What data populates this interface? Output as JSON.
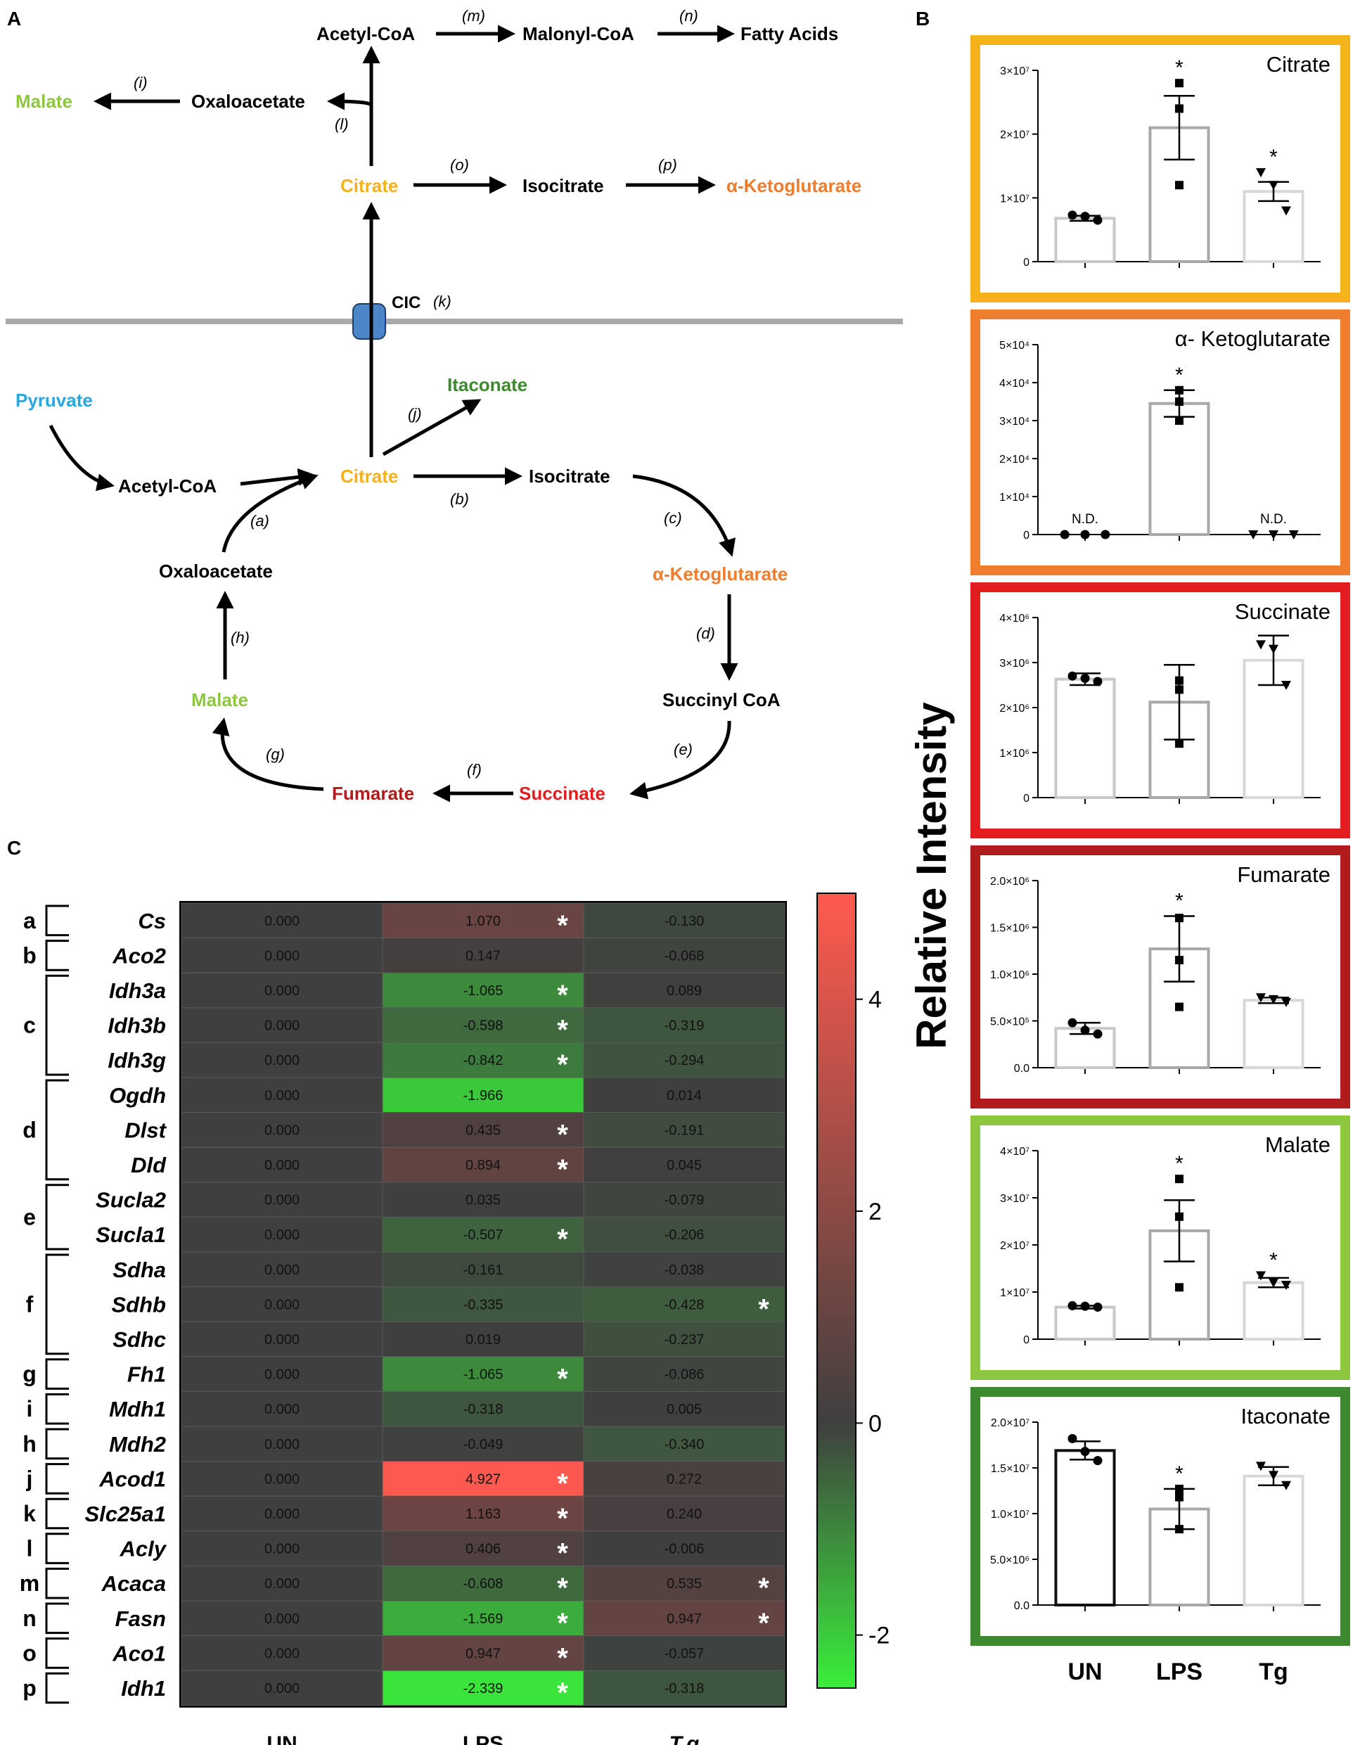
{
  "panel_letters": {
    "a": "A",
    "b": "B",
    "c": "C"
  },
  "pathway": {
    "metabolites": {
      "acetyl_coa_top": "Acetyl-CoA",
      "malonyl_coa": "Malonyl-CoA",
      "fatty_acids": "Fatty Acids",
      "malate_cyto": "Malate",
      "oxaloacetate_cyto": "Oxaloacetate",
      "citrate_cyto": "Citrate",
      "isocitrate_cyto": "Isocitrate",
      "akg_cyto": "α-Ketoglutarate",
      "cic": "CIC",
      "pyruvate": "Pyruvate",
      "itaconate": "Itaconate",
      "acetyl_coa_mito": "Acetyl-CoA",
      "citrate_mito": "Citrate",
      "isocitrate_mito": "Isocitrate",
      "akg_mito": "α-Ketoglutarate",
      "succinyl_coa": "Succinyl CoA",
      "succinate": "Succinate",
      "fumarate": "Fumarate",
      "malate_mito": "Malate",
      "oxaloacetate_mito": "Oxaloacetate"
    },
    "steps": {
      "a": "(a)",
      "b": "(b)",
      "c": "(c)",
      "d": "(d)",
      "e": "(e)",
      "f": "(f)",
      "g": "(g)",
      "h": "(h)",
      "i": "(i)",
      "j": "(j)",
      "k": "(k)",
      "l": "(l)",
      "m": "(m)",
      "n": "(n)",
      "o": "(o)",
      "p": "(p)"
    },
    "colors": {
      "citrate": "#f5b21b",
      "akg": "#ef7d2d",
      "succinate": "#e31d1d",
      "fumarate": "#b01c1c",
      "malate": "#8dc63f",
      "itaconate": "#3d8a2e",
      "pyruvate": "#29a8e0",
      "cic": "#4a86c8"
    }
  },
  "heatmap": {
    "columns": [
      "UN",
      "LPS",
      "T.g"
    ],
    "genes": [
      "Cs",
      "Aco2",
      "Idh3a",
      "Idh3b",
      "Idh3g",
      "Ogdh",
      "Dlst",
      "Dld",
      "Sucla2",
      "Sucla1",
      "Sdha",
      "Sdhb",
      "Sdhc",
      "Fh1",
      "Mdh1",
      "Mdh2",
      "Acod1",
      "Slc25a1",
      "Acly",
      "Acaca",
      "Fasn",
      "Aco1",
      "Idh1"
    ],
    "values": [
      [
        0.0,
        1.07,
        -0.13
      ],
      [
        0.0,
        0.147,
        -0.068
      ],
      [
        0.0,
        -1.065,
        0.089
      ],
      [
        0.0,
        -0.598,
        -0.319
      ],
      [
        0.0,
        -0.842,
        -0.294
      ],
      [
        0.0,
        -1.966,
        0.014
      ],
      [
        0.0,
        0.435,
        -0.191
      ],
      [
        0.0,
        0.894,
        0.045
      ],
      [
        0.0,
        0.035,
        -0.079
      ],
      [
        0.0,
        -0.507,
        -0.206
      ],
      [
        0.0,
        -0.161,
        -0.038
      ],
      [
        0.0,
        -0.335,
        -0.428
      ],
      [
        0.0,
        0.019,
        -0.237
      ],
      [
        0.0,
        -1.065,
        -0.086
      ],
      [
        0.0,
        -0.318,
        0.005
      ],
      [
        0.0,
        -0.049,
        -0.34
      ],
      [
        0.0,
        4.927,
        0.272
      ],
      [
        0.0,
        1.163,
        0.24
      ],
      [
        0.0,
        0.406,
        -0.006
      ],
      [
        0.0,
        -0.608,
        0.535
      ],
      [
        0.0,
        -1.569,
        0.947
      ],
      [
        0.0,
        0.947,
        -0.057
      ],
      [
        0.0,
        -2.339,
        -0.318
      ]
    ],
    "significant": [
      [
        false,
        true,
        false
      ],
      [
        false,
        false,
        false
      ],
      [
        false,
        true,
        false
      ],
      [
        false,
        true,
        false
      ],
      [
        false,
        true,
        false
      ],
      [
        false,
        false,
        false
      ],
      [
        false,
        true,
        false
      ],
      [
        false,
        true,
        false
      ],
      [
        false,
        false,
        false
      ],
      [
        false,
        true,
        false
      ],
      [
        false,
        false,
        false
      ],
      [
        false,
        false,
        true
      ],
      [
        false,
        false,
        false
      ],
      [
        false,
        true,
        false
      ],
      [
        false,
        false,
        false
      ],
      [
        false,
        false,
        false
      ],
      [
        false,
        true,
        false
      ],
      [
        false,
        true,
        false
      ],
      [
        false,
        true,
        false
      ],
      [
        false,
        true,
        true
      ],
      [
        false,
        true,
        true
      ],
      [
        false,
        true,
        false
      ],
      [
        false,
        true,
        false
      ]
    ],
    "star": "*",
    "groups": [
      {
        "letter": "a",
        "from": 0,
        "to": 0
      },
      {
        "letter": "b",
        "from": 1,
        "to": 1
      },
      {
        "letter": "c",
        "from": 2,
        "to": 4
      },
      {
        "letter": "d",
        "from": 5,
        "to": 7
      },
      {
        "letter": "e",
        "from": 8,
        "to": 9
      },
      {
        "letter": "f",
        "from": 10,
        "to": 12
      },
      {
        "letter": "g",
        "from": 13,
        "to": 13
      },
      {
        "letter": "i",
        "from": 14,
        "to": 14
      },
      {
        "letter": "h",
        "from": 15,
        "to": 15
      },
      {
        "letter": "j",
        "from": 16,
        "to": 16
      },
      {
        "letter": "k",
        "from": 17,
        "to": 17
      },
      {
        "letter": "l",
        "from": 18,
        "to": 18
      },
      {
        "letter": "m",
        "from": 19,
        "to": 19
      },
      {
        "letter": "n",
        "from": 20,
        "to": 20
      },
      {
        "letter": "o",
        "from": 21,
        "to": 21
      },
      {
        "letter": "p",
        "from": 22,
        "to": 22
      }
    ],
    "colorbar": {
      "min": -2.5,
      "max": 5,
      "ticks": [
        "4",
        "2",
        "0",
        "-2"
      ],
      "tick_values": [
        4,
        2,
        0,
        -2
      ],
      "low_color": "#3aef3a",
      "mid_color": "#3f3f3f",
      "high_color": "#ff5a4e"
    }
  },
  "bars": {
    "ylabel": "Relative Intensity",
    "groups": [
      "UN",
      "LPS",
      "Tg"
    ]
  },
  "chart_data": [
    {
      "type": "bar",
      "title": "Citrate",
      "categories": [
        "UN",
        "LPS",
        "Tg"
      ],
      "values": [
        6800000,
        21000000,
        11000000
      ],
      "errors": [
        400000,
        5000000,
        1500000
      ],
      "points": [
        [
          7300000,
          7100000,
          6500000
        ],
        [
          28000000,
          24000000,
          12000000
        ],
        [
          14000000,
          12000000,
          8000000
        ]
      ],
      "significant": [
        false,
        true,
        true
      ],
      "ylim": [
        0,
        30000000
      ],
      "yticks": [
        "0",
        "1×10⁷",
        "2×10⁷",
        "3×10⁷"
      ],
      "ytick_values": [
        0,
        10000000,
        20000000,
        30000000
      ],
      "frame_color": "#f5b21b",
      "bar_colors": [
        "#c8c8c8",
        "#a8a8a8",
        "#d8d8d8"
      ]
    },
    {
      "type": "bar",
      "title": "α- Ketoglutarate",
      "categories": [
        "UN",
        "LPS",
        "Tg"
      ],
      "values": [
        0,
        34500,
        0
      ],
      "errors": [
        0,
        3500,
        0
      ],
      "points": [
        [
          0,
          0,
          0
        ],
        [
          38000,
          35000,
          30000
        ],
        [
          0,
          0,
          0
        ]
      ],
      "significant": [
        false,
        true,
        false
      ],
      "annotations": [
        "N.D.",
        "",
        "N.D."
      ],
      "ylim": [
        0,
        50000
      ],
      "yticks": [
        "0",
        "1×10⁴",
        "2×10⁴",
        "3×10⁴",
        "4×10⁴",
        "5×10⁴"
      ],
      "ytick_values": [
        0,
        10000,
        20000,
        30000,
        40000,
        50000
      ],
      "frame_color": "#ef7d2d",
      "bar_colors": [
        "#c8c8c8",
        "#a8a8a8",
        "#d8d8d8"
      ]
    },
    {
      "type": "bar",
      "title": "Succinate",
      "categories": [
        "UN",
        "LPS",
        "Tg"
      ],
      "values": [
        2630000,
        2120000,
        3050000
      ],
      "errors": [
        130000,
        830000,
        550000
      ],
      "points": [
        [
          2700000,
          2650000,
          2580000
        ],
        [
          2600000,
          2400000,
          1200000
        ],
        [
          3400000,
          3300000,
          2500000
        ]
      ],
      "significant": [
        false,
        false,
        false
      ],
      "ylim": [
        0,
        4000000
      ],
      "yticks": [
        "0",
        "1×10⁶",
        "2×10⁶",
        "3×10⁶",
        "4×10⁶"
      ],
      "ytick_values": [
        0,
        1000000,
        2000000,
        3000000,
        4000000
      ],
      "frame_color": "#e31d1d",
      "bar_colors": [
        "#c8c8c8",
        "#a8a8a8",
        "#d8d8d8"
      ]
    },
    {
      "type": "bar",
      "title": "Fumarate",
      "categories": [
        "UN",
        "LPS",
        "Tg"
      ],
      "values": [
        420000,
        1270000,
        720000
      ],
      "errors": [
        60000,
        350000,
        30000
      ],
      "points": [
        [
          480000,
          400000,
          360000
        ],
        [
          1600000,
          1150000,
          650000
        ],
        [
          750000,
          730000,
          700000
        ]
      ],
      "significant": [
        false,
        true,
        false
      ],
      "ylim": [
        0,
        2000000
      ],
      "yticks": [
        "0.0",
        "5.0×10⁵",
        "1.0×10⁶",
        "1.5×10⁶",
        "2.0×10⁶"
      ],
      "ytick_values": [
        0,
        500000,
        1000000,
        1500000,
        2000000
      ],
      "frame_color": "#b01c1c",
      "bar_colors": [
        "#c8c8c8",
        "#a8a8a8",
        "#d8d8d8"
      ]
    },
    {
      "type": "bar",
      "title": "Malate",
      "categories": [
        "UN",
        "LPS",
        "Tg"
      ],
      "values": [
        6800000,
        23000000,
        12000000
      ],
      "errors": [
        300000,
        6500000,
        1000000
      ],
      "points": [
        [
          7100000,
          7000000,
          6800000
        ],
        [
          34000000,
          26000000,
          11000000
        ],
        [
          13500000,
          12000000,
          11500000
        ]
      ],
      "significant": [
        false,
        true,
        true
      ],
      "ylim": [
        0,
        40000000
      ],
      "yticks": [
        "0",
        "1×10⁷",
        "2×10⁷",
        "3×10⁷",
        "4×10⁷"
      ],
      "ytick_values": [
        0,
        10000000,
        20000000,
        30000000,
        40000000
      ],
      "frame_color": "#8dc63f",
      "bar_colors": [
        "#c8c8c8",
        "#a8a8a8",
        "#d8d8d8"
      ]
    },
    {
      "type": "bar",
      "title": "Itaconate",
      "categories": [
        "UN",
        "LPS",
        "Tg"
      ],
      "values": [
        16900000,
        10500000,
        14100000
      ],
      "errors": [
        1000000,
        2200000,
        1000000
      ],
      "points": [
        [
          18200000,
          16800000,
          15800000
        ],
        [
          12700000,
          11800000,
          8300000
        ],
        [
          15200000,
          14200000,
          13100000
        ]
      ],
      "significant": [
        false,
        true,
        false
      ],
      "ylim": [
        0,
        20000000
      ],
      "yticks": [
        "0.0",
        "5.0×10⁶",
        "1.0×10⁷",
        "1.5×10⁷",
        "2.0×10⁷"
      ],
      "ytick_values": [
        0,
        5000000,
        10000000,
        15000000,
        20000000
      ],
      "frame_color": "#3d8a2e",
      "bar_colors": [
        "#111111",
        "#a8a8a8",
        "#d8d8d8"
      ]
    }
  ]
}
